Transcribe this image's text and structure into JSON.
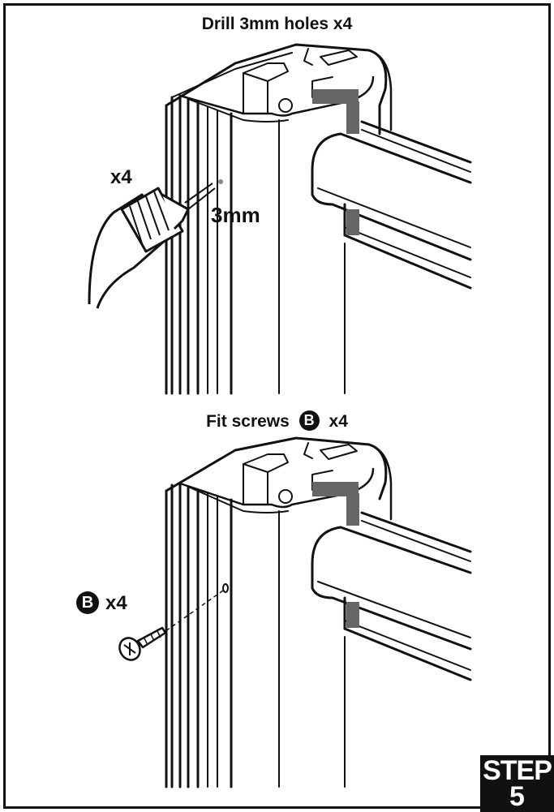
{
  "panel1": {
    "title": "Drill 3mm holes x4",
    "quantity_label": "x4",
    "size_label": "3mm"
  },
  "panel2": {
    "title_prefix": "Fit screws",
    "part_letter": "B",
    "title_suffix": "x4",
    "part_quantity": "x4"
  },
  "step": {
    "word": "STEP",
    "number": "5"
  },
  "colors": {
    "line": "#111111",
    "seal": "#666666",
    "background": "#ffffff"
  },
  "icons": [
    "drill-icon",
    "screw-icon",
    "frame-profile-illustration",
    "part-b-badge"
  ]
}
